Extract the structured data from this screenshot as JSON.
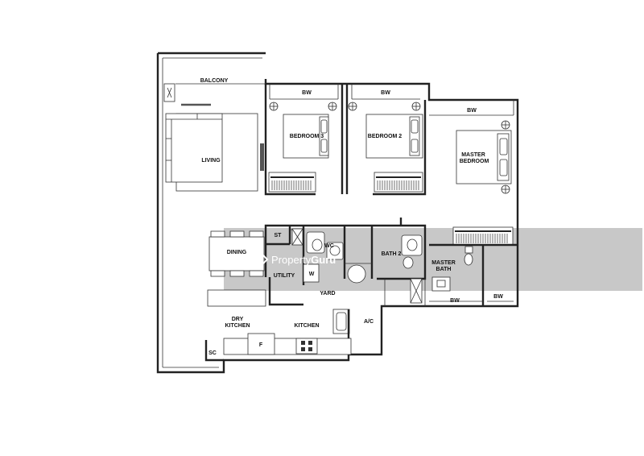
{
  "labels": {
    "balcony": "BALCONY",
    "living": "LIVING",
    "bedroom3": "BEDROOM 3",
    "bedroom2": "BEDROOM 2",
    "master_bedroom_line1": "MASTER",
    "master_bedroom_line2": "BEDROOM",
    "bw1": "BW",
    "bw2": "BW",
    "bw3": "BW",
    "bw4": "BW",
    "bw5": "BW",
    "dining": "DINING",
    "st": "ST",
    "wc": "WC",
    "w": "W",
    "utility": "UTILITY",
    "yard": "YARD",
    "bath2": "BATH 2",
    "master_bath_line1": "MASTER",
    "master_bath_line2": "BATH",
    "dry_kitchen_line1": "DRY",
    "dry_kitchen_line2": "KITCHEN",
    "kitchen": "KITCHEN",
    "ac": "A/C",
    "sc": "SC",
    "f": "F"
  },
  "watermark": {
    "brand_prefix": "Property",
    "brand_suffix": "Guru"
  }
}
